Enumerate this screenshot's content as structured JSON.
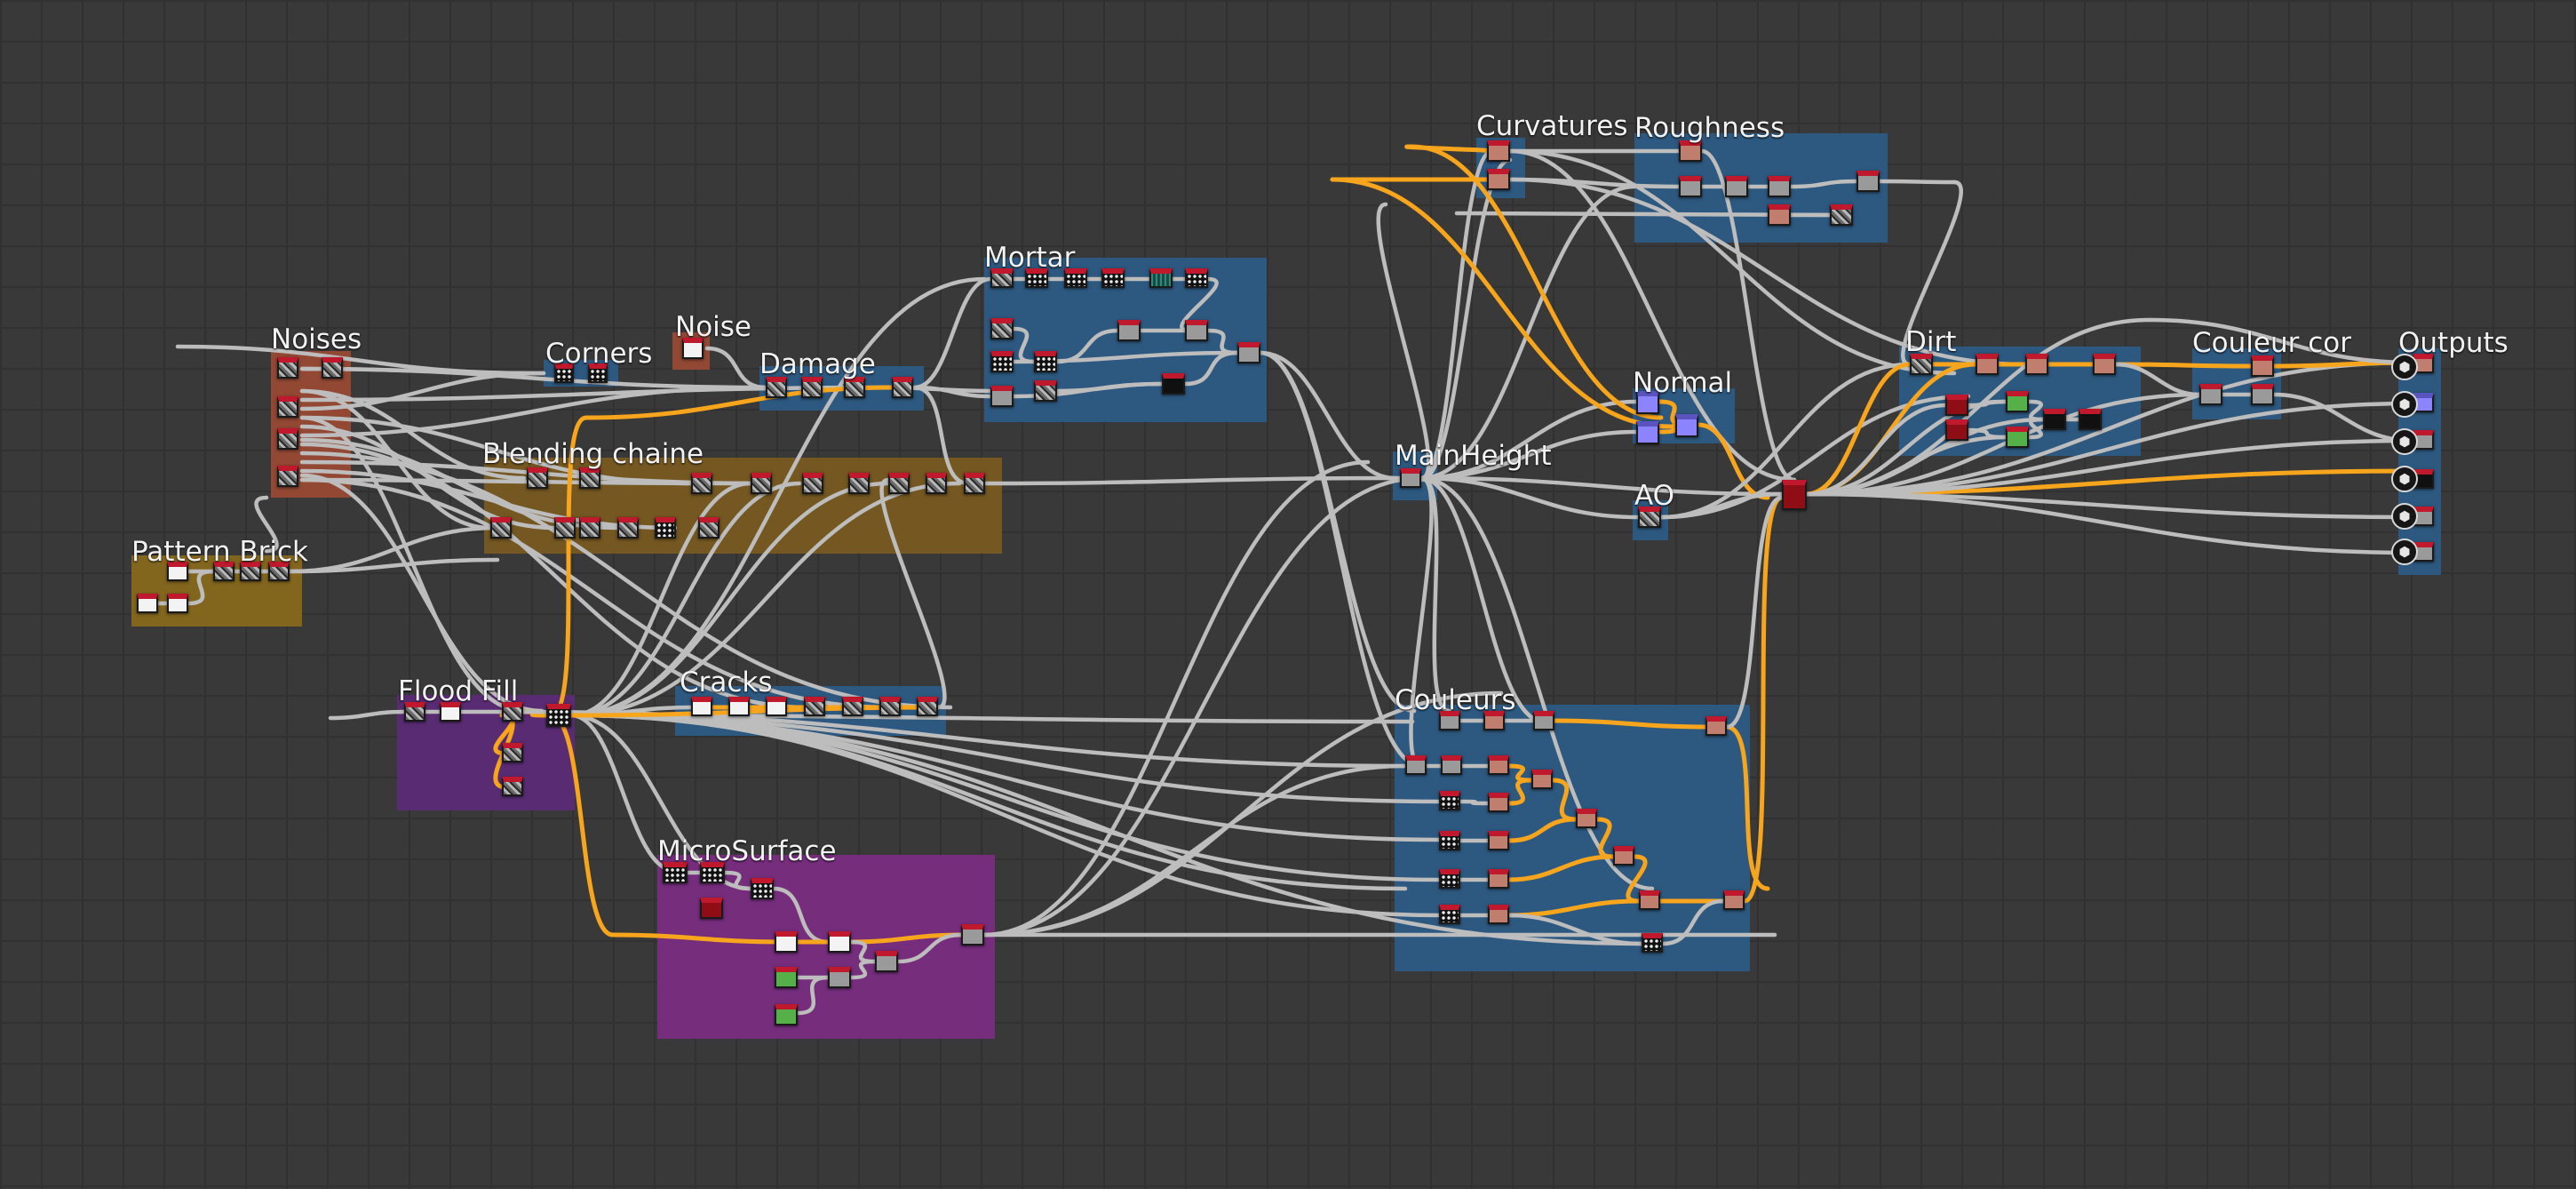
{
  "graph": {
    "frames": [
      {
        "id": "noises",
        "title": "Noises",
        "color": "#9a4a33"
      },
      {
        "id": "corners",
        "title": "Corners",
        "color": "#2d5b86"
      },
      {
        "id": "noise",
        "title": "Noise",
        "color": "#9a4a33"
      },
      {
        "id": "damage",
        "title": "Damage",
        "color": "#2d5b86"
      },
      {
        "id": "mortar",
        "title": "Mortar",
        "color": "#2d5b86"
      },
      {
        "id": "blending",
        "title": "Blending chaine",
        "color": "#7a5a20"
      },
      {
        "id": "pattern",
        "title": "Pattern Brick",
        "color": "#8a6a1c"
      },
      {
        "id": "floodfill",
        "title": "Flood Fill",
        "color": "#5c2a78"
      },
      {
        "id": "cracks",
        "title": "Cracks",
        "color": "#2d5b86"
      },
      {
        "id": "microsurface",
        "title": "MicroSurface",
        "color": "#7b2d82"
      },
      {
        "id": "curvatures",
        "title": "Curvatures",
        "color": "#2d5b86"
      },
      {
        "id": "roughness",
        "title": "Roughness",
        "color": "#2d5b86"
      },
      {
        "id": "normal",
        "title": "Normal",
        "color": "#2d5b86"
      },
      {
        "id": "mainheight",
        "title": "MainHeight",
        "color": "#2d5b86"
      },
      {
        "id": "ao",
        "title": "AO",
        "color": "#2d5b86"
      },
      {
        "id": "dirt",
        "title": "Dirt",
        "color": "#2d5b86"
      },
      {
        "id": "couleurcor",
        "title": "Couleur cor",
        "color": "#2d5b86"
      },
      {
        "id": "outputs",
        "title": "Outputs",
        "color": "#2d5b86"
      },
      {
        "id": "couleurs",
        "title": "Couleurs",
        "color": "#2d5b86"
      }
    ],
    "output_icons": [
      "cube-icon",
      "cube-icon",
      "cube-icon",
      "cube-icon",
      "cube-icon",
      "cube-icon"
    ],
    "wire_colors": {
      "gray": "#bdbdbd",
      "orange": "#f7a51c"
    }
  }
}
